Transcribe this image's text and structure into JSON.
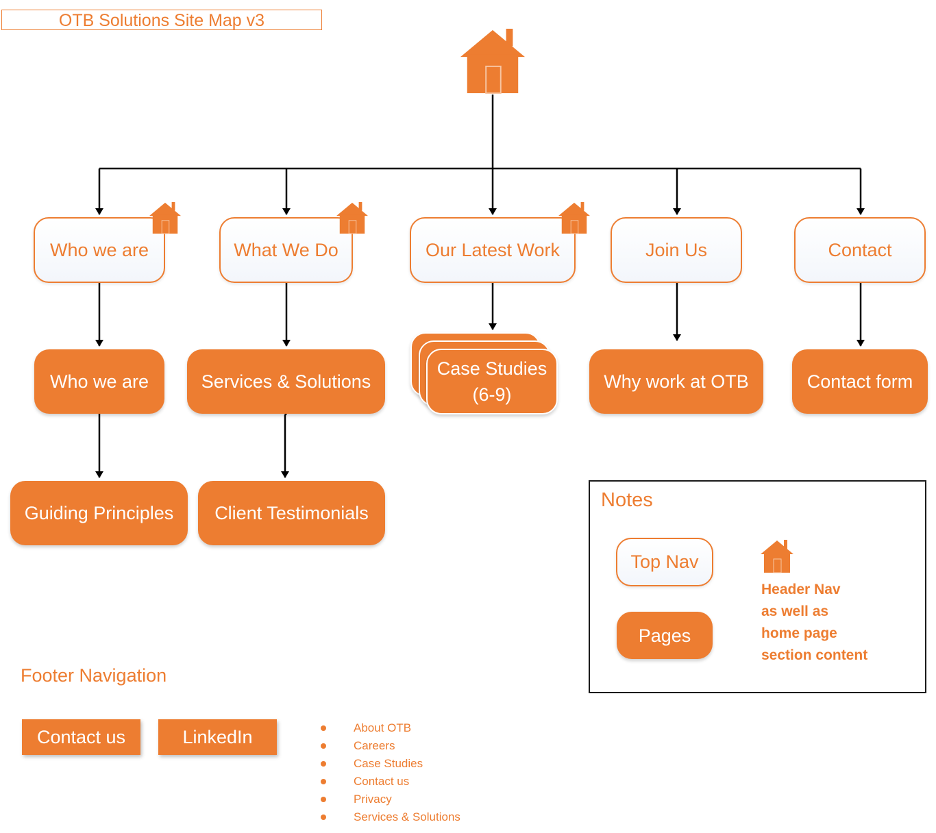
{
  "title": "OTB Solutions Site Map v3",
  "colors": {
    "accent": "#ed7d31",
    "connector": "#000000",
    "nav_fill": "#f3f6fb"
  },
  "top_nav": [
    {
      "label": "Who we are",
      "header_nav_icon": "house-icon"
    },
    {
      "label": "What We Do",
      "header_nav_icon": "house-icon"
    },
    {
      "label": "Our Latest Work",
      "header_nav_icon": "house-icon"
    },
    {
      "label": "Join Us"
    },
    {
      "label": "Contact"
    }
  ],
  "pages": {
    "who_we_are": "Who we are",
    "services": "Services & Solutions",
    "case_studies_line1": "Case Studies",
    "case_studies_line2": "(6-9)",
    "why_work": "Why work at OTB",
    "contact_form": "Contact form",
    "guiding_principles": "Guiding Principles",
    "client_testimonials": "Client Testimonials"
  },
  "notes": {
    "heading": "Notes",
    "top_nav_label": "Top Nav",
    "pages_label": "Pages",
    "header_nav_line1": "Header Nav",
    "header_nav_line2": "as well as",
    "header_nav_line3": "home page",
    "header_nav_line4": "section content"
  },
  "footer": {
    "heading": "Footer Navigation",
    "buttons": [
      "Contact us",
      "LinkedIn"
    ],
    "links": [
      "About OTB",
      "Careers",
      "Case Studies",
      "Contact us",
      "Privacy",
      "Services & Solutions"
    ]
  }
}
